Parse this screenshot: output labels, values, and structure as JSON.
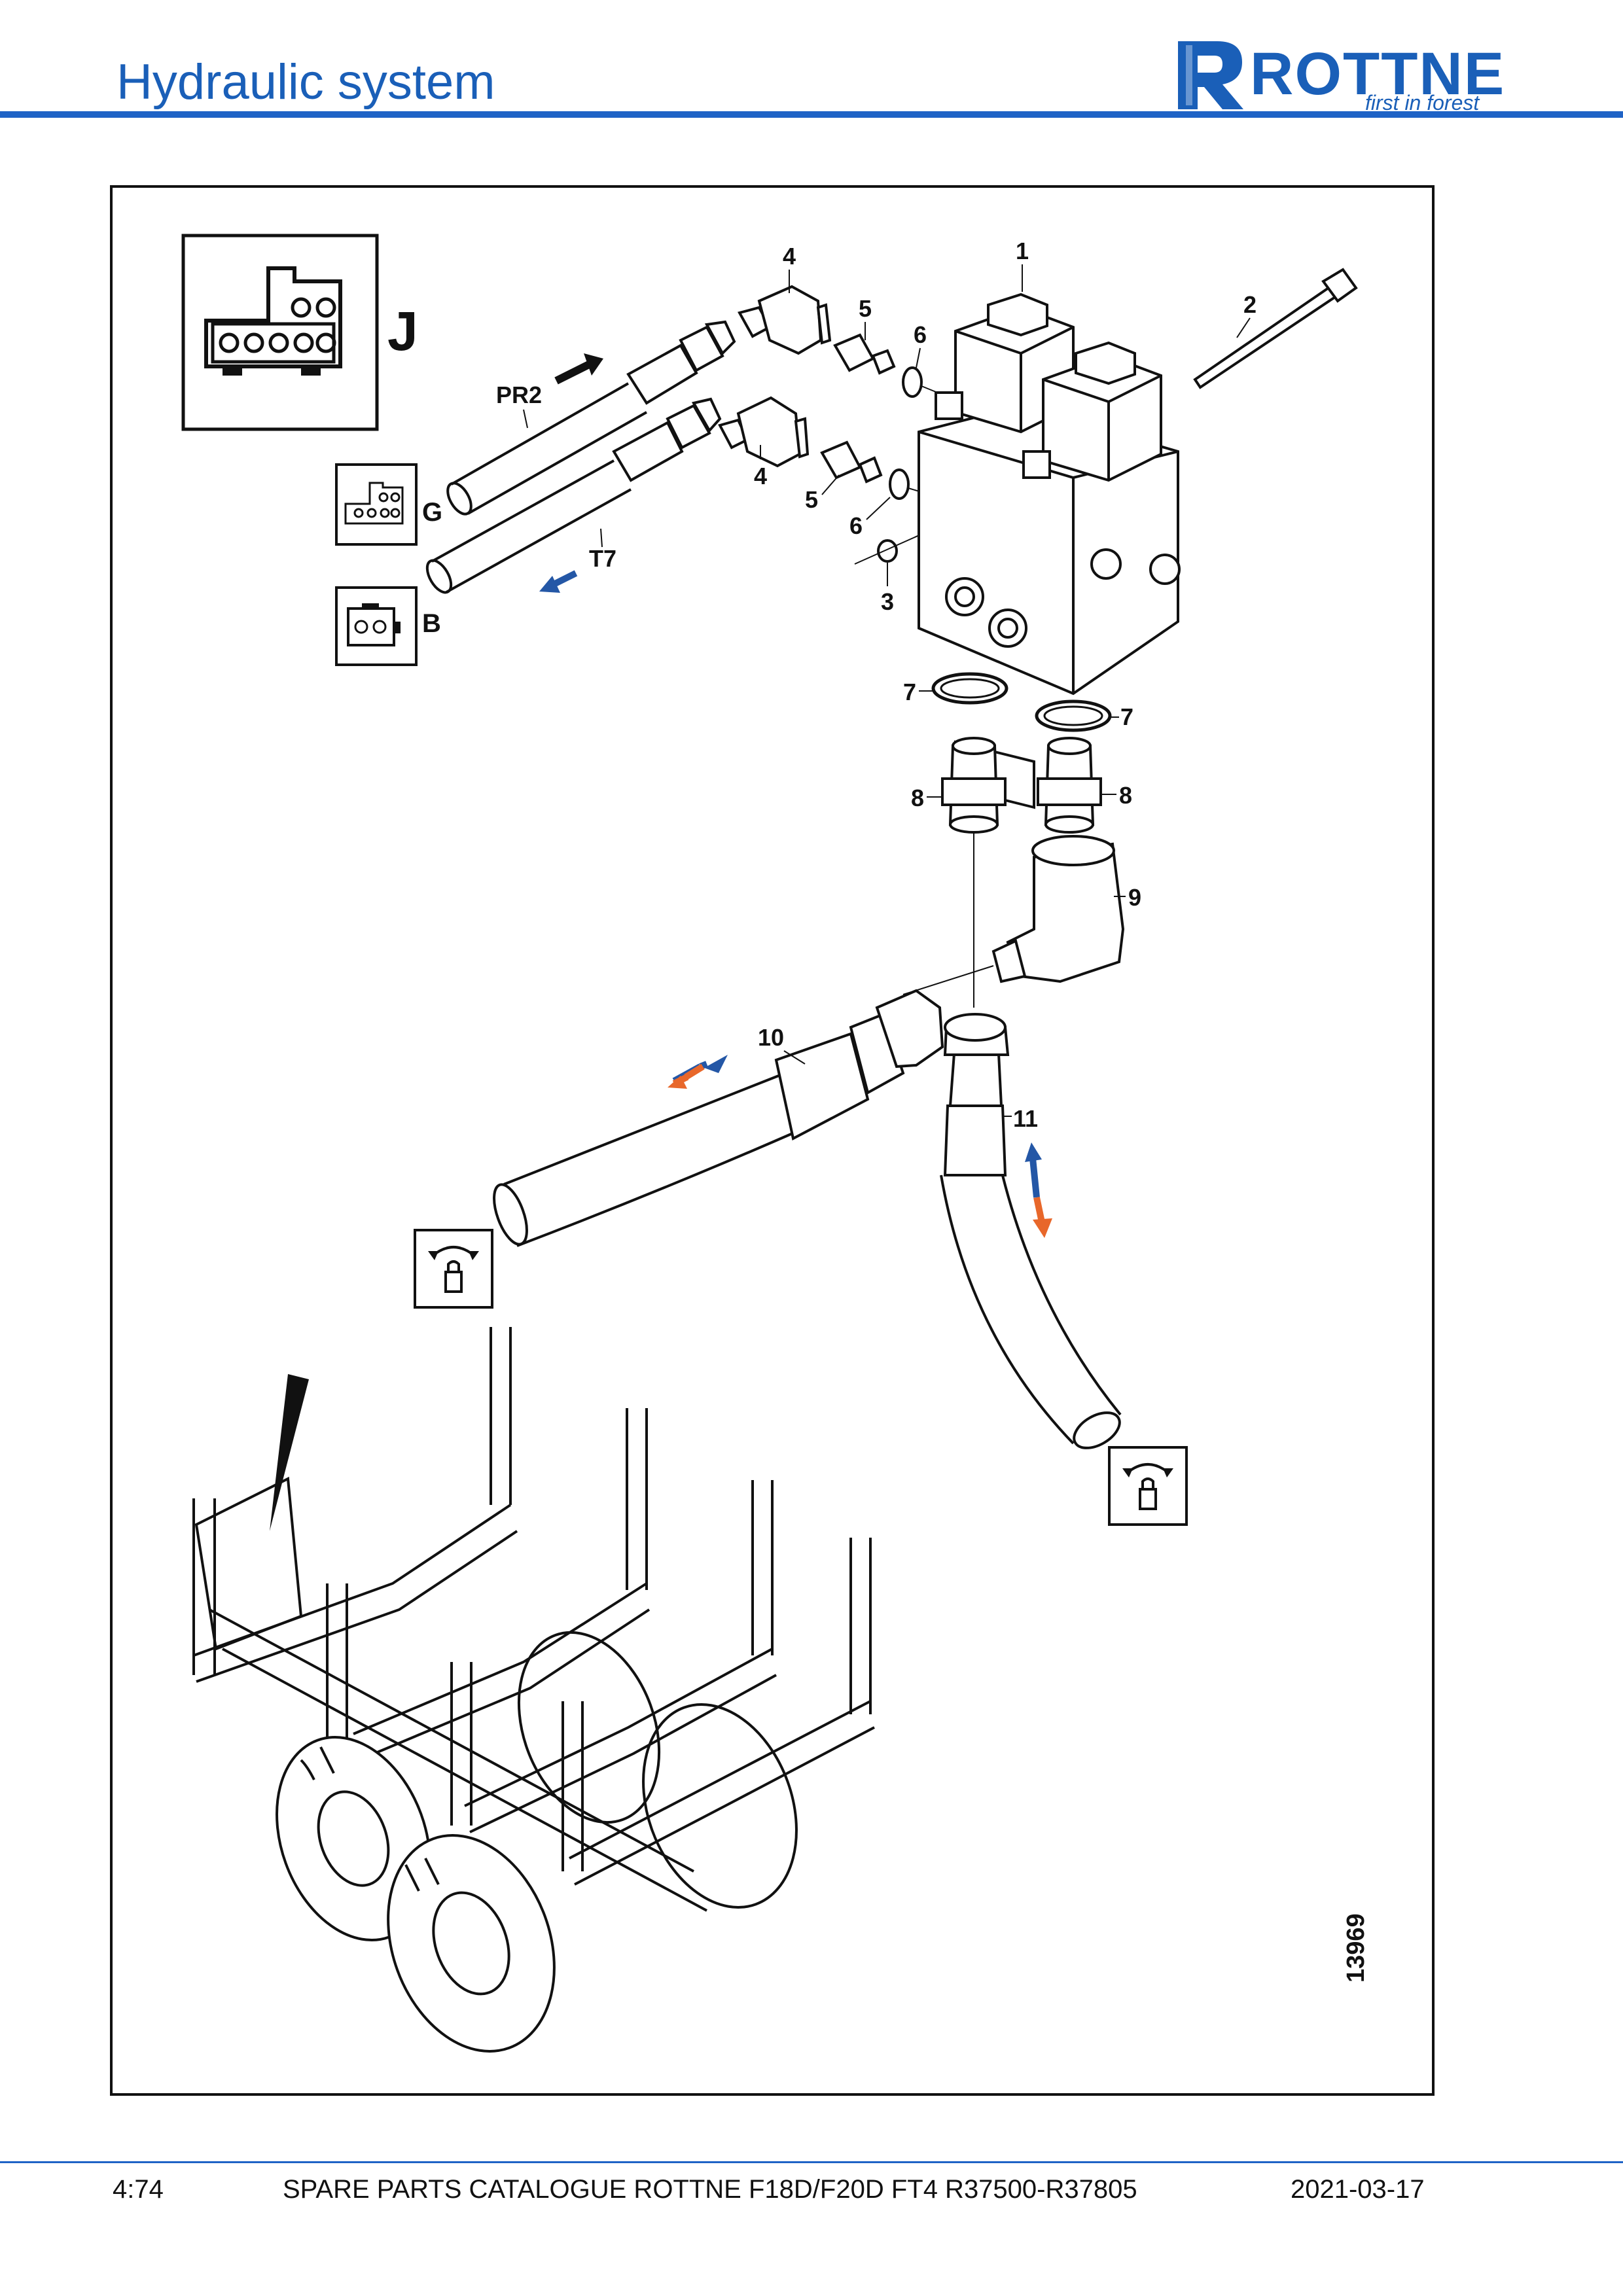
{
  "header": {
    "title": "Hydraulic system",
    "logo_text": "ROTTNE",
    "logo_tagline": "first in forest"
  },
  "connectors": {
    "j_label": "J",
    "g_label": "G",
    "b_label": "B"
  },
  "hose_labels": {
    "pr2": "PR2",
    "t7": "T7"
  },
  "callouts": [
    "1",
    "2",
    "3",
    "4",
    "4",
    "5",
    "5",
    "6",
    "6",
    "7",
    "7",
    "8",
    "8",
    "9",
    "10",
    "11"
  ],
  "drawing_number": "13969",
  "colors": {
    "brand_blue": "#1a5fb8",
    "arrow_blue": "#2457a6",
    "arrow_orange": "#e8672a",
    "arrow_black": "#111111"
  },
  "icons": [
    "connector-j-icon",
    "connector-g-icon",
    "connector-b-icon",
    "rotate-lock-icon",
    "pointer-arrow-icon"
  ],
  "footer": {
    "page": "4:74",
    "catalogue": "SPARE PARTS CATALOGUE ROTTNE F18D/F20D FT4 R37500-R37805",
    "date": "2021-03-17"
  }
}
